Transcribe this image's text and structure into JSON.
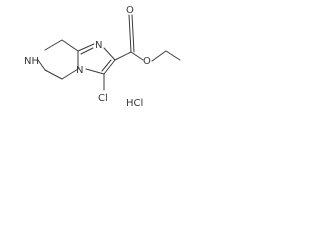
{
  "molecule": {
    "atoms": {
      "nh": "NH",
      "n_imidazole": "N",
      "n_bridge": "N",
      "o_carbonyl": "O",
      "o_ester": "O",
      "cl": "Cl"
    },
    "salt": "HCl"
  }
}
